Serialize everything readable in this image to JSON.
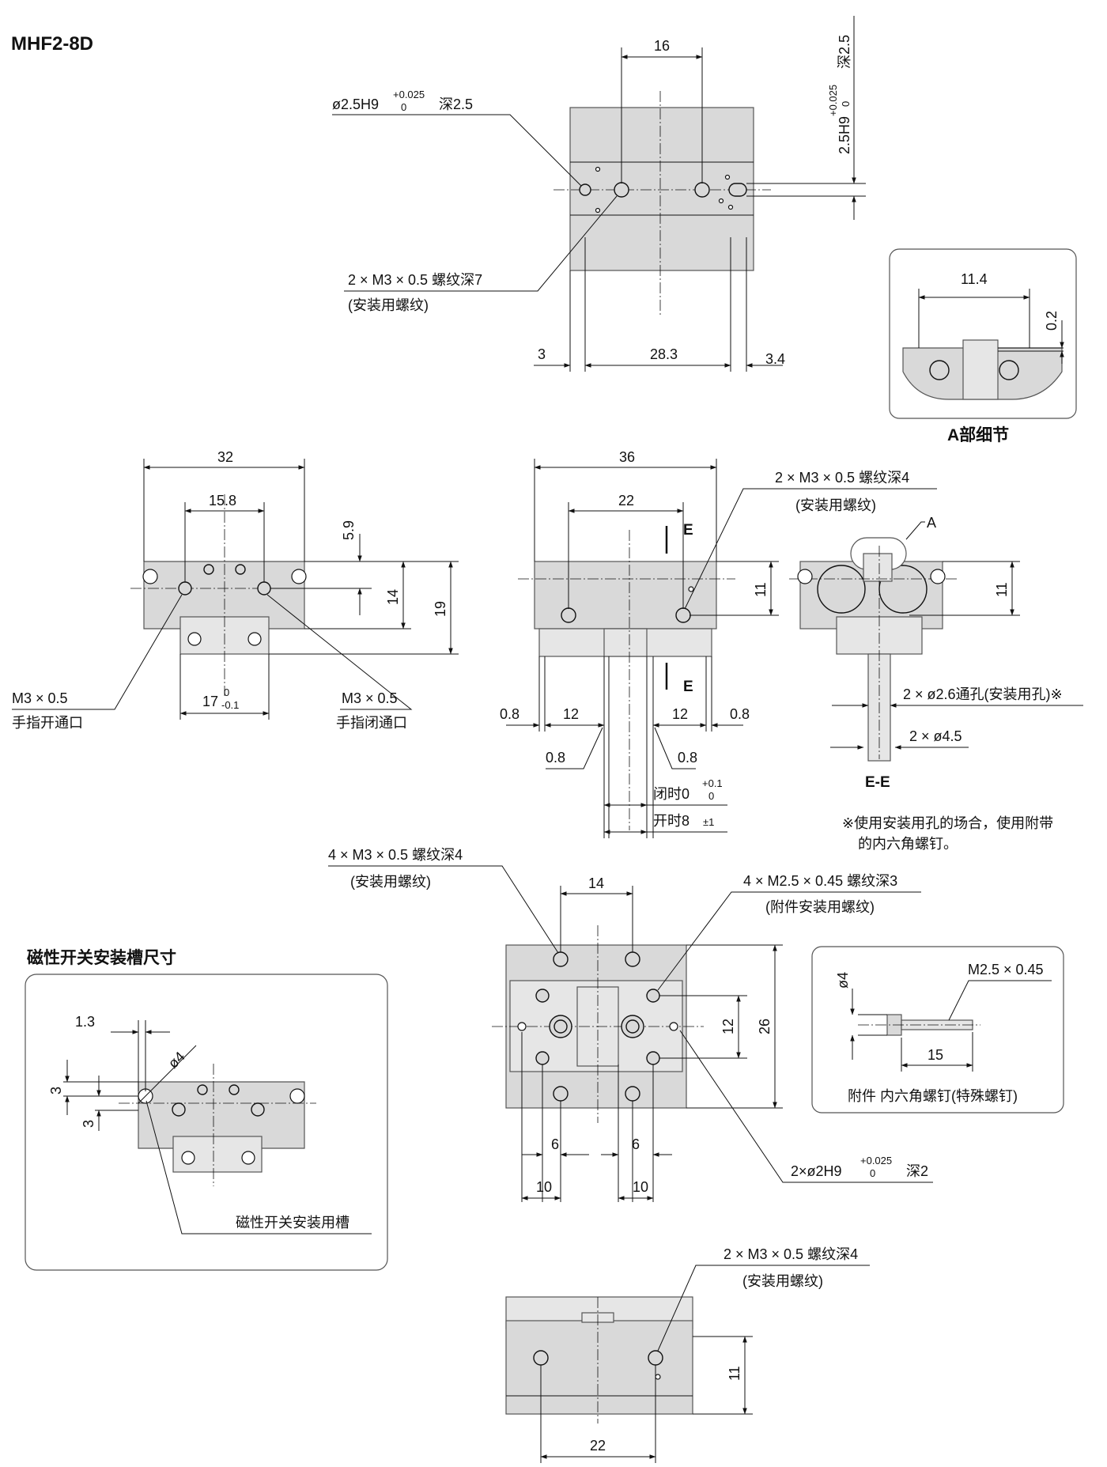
{
  "title": "MHF2-8D",
  "labels": {
    "dim_16": "16",
    "hole_top_prefix": "ø2.5H9",
    "hole_top_tol_up": "+0.025",
    "hole_top_tol_lo": "0",
    "hole_top_depth": "深2.5",
    "slot_main": "2.5H9",
    "slot_tol_up": "+0.025",
    "slot_tol_lo": "0",
    "slot_depth": "深2.5",
    "thread_top": "2 × M3 × 0.5 螺纹深7",
    "thread_top_note": "(安装用螺纹)",
    "dim_3": "3",
    "dim_28_3": "28.3",
    "dim_3_4": "3.4",
    "detail_11_4": "11.4",
    "detail_0_2": "0.2",
    "detail_a_title": "A部细节",
    "dim_32": "32",
    "dim_15_8": "15.8",
    "dim_5_9": "5.9",
    "dim_14": "14",
    "dim_19": "19",
    "dim_17": "17",
    "dim_17_tol_up": "0",
    "dim_17_tol_lo": "-0.1",
    "port_open": "M3 × 0.5",
    "port_open_note": "手指开通口",
    "port_close": "M3 × 0.5",
    "port_close_note": "手指闭通口",
    "dim_36": "36",
    "dim_22": "22",
    "section_e": "E",
    "dim_11": "11",
    "thread_front": "2 × M3 × 0.5 螺纹深4",
    "thread_front_note": "(安装用螺纹)",
    "detail_a_mark": "A",
    "dim_0_8": "0.8",
    "dim_12": "12",
    "closed_label": "闭时0",
    "closed_tol_up": "+0.1",
    "closed_tol_lo": "0",
    "open_label": "开时8",
    "open_tol": "±1",
    "through_hole": "2 × ø2.6通孔(安装用孔)※",
    "dia_4_5": "2 × ø4.5",
    "section_ee": "E-E",
    "note_line1": "※使用安装用孔的场合，使用附带",
    "note_line2": "的内六角螺钉。",
    "thread_bottom4": "4 × M3 × 0.5 螺纹深4",
    "thread_bottom4_note": "(安装用螺纹)",
    "thread_m25": "4 × M2.5 × 0.45 螺纹深3",
    "thread_m25_note": "(附件安装用螺纹)",
    "dim_26": "26",
    "dim_6": "6",
    "dim_10": "10",
    "pin_hole": "2×ø2H9",
    "pin_tol_up": "+0.025",
    "pin_tol_lo": "0",
    "pin_depth": "深2",
    "screw_thread": "M2.5 × 0.45",
    "screw_dia": "ø4",
    "screw_len": "15",
    "screw_caption": "附件    内六角螺钉(特殊螺钉)",
    "switch_title": "磁性开关安装槽尺寸",
    "switch_1_3": "1.3",
    "switch_phi4": "ø4",
    "switch_3": "3",
    "switch_groove": "磁性开关安装用槽",
    "bottom_thread": "2 × M3 × 0.5 螺纹深4",
    "bottom_thread_note": "(安装用螺纹)"
  }
}
